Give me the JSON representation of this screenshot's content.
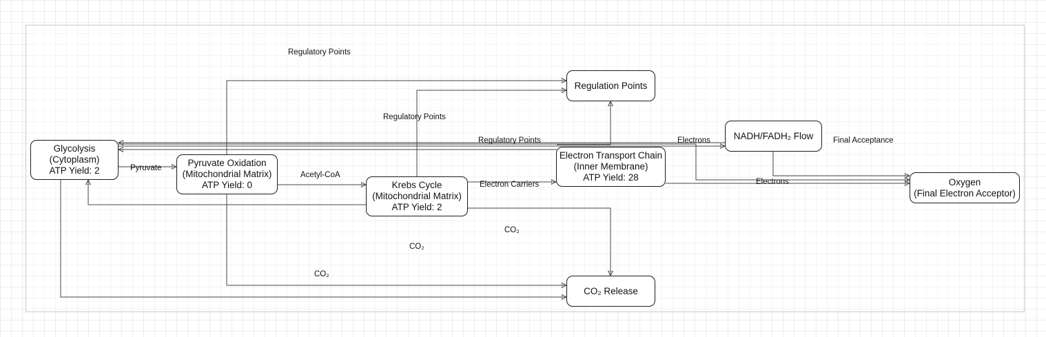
{
  "nodes": {
    "glycolysis": [
      "Glycolysis",
      "(Cytoplasm)",
      "ATP Yield: 2"
    ],
    "pyruvate": [
      "Pyruvate Oxidation",
      "(Mitochondrial Matrix)",
      "ATP Yield: 0"
    ],
    "krebs": [
      "Krebs Cycle",
      "(Mitochondrial Matrix)",
      "ATP Yield: 2"
    ],
    "etc": [
      "Electron Transport Chain",
      "(Inner Membrane)",
      "ATP Yield: 28"
    ],
    "nadh": [
      "NADH/FADH₂ Flow"
    ],
    "oxygen": [
      "Oxygen",
      "(Final Electron Acceptor)"
    ],
    "regulation": [
      "Regulation Points"
    ],
    "co2": [
      "CO₂ Release"
    ]
  },
  "edge_labels": {
    "reg_top": "Regulatory Points",
    "reg_mid": "Regulatory Points",
    "reg_etc": "Regulatory Points",
    "electrons_1": "Electrons",
    "final_acceptance": "Final Acceptance",
    "pyruvate": "Pyruvate",
    "acetyl": "Acetyl-CoA",
    "carriers": "Electron Carriers",
    "electrons_2": "Electrons",
    "co2_krebs": "CO₂",
    "co2_mid": "CO₂",
    "co2_bottom": "CO₂"
  },
  "colors": {
    "edge": "#444444",
    "node_border": "#1a1a1a",
    "grid": "#ededed"
  }
}
